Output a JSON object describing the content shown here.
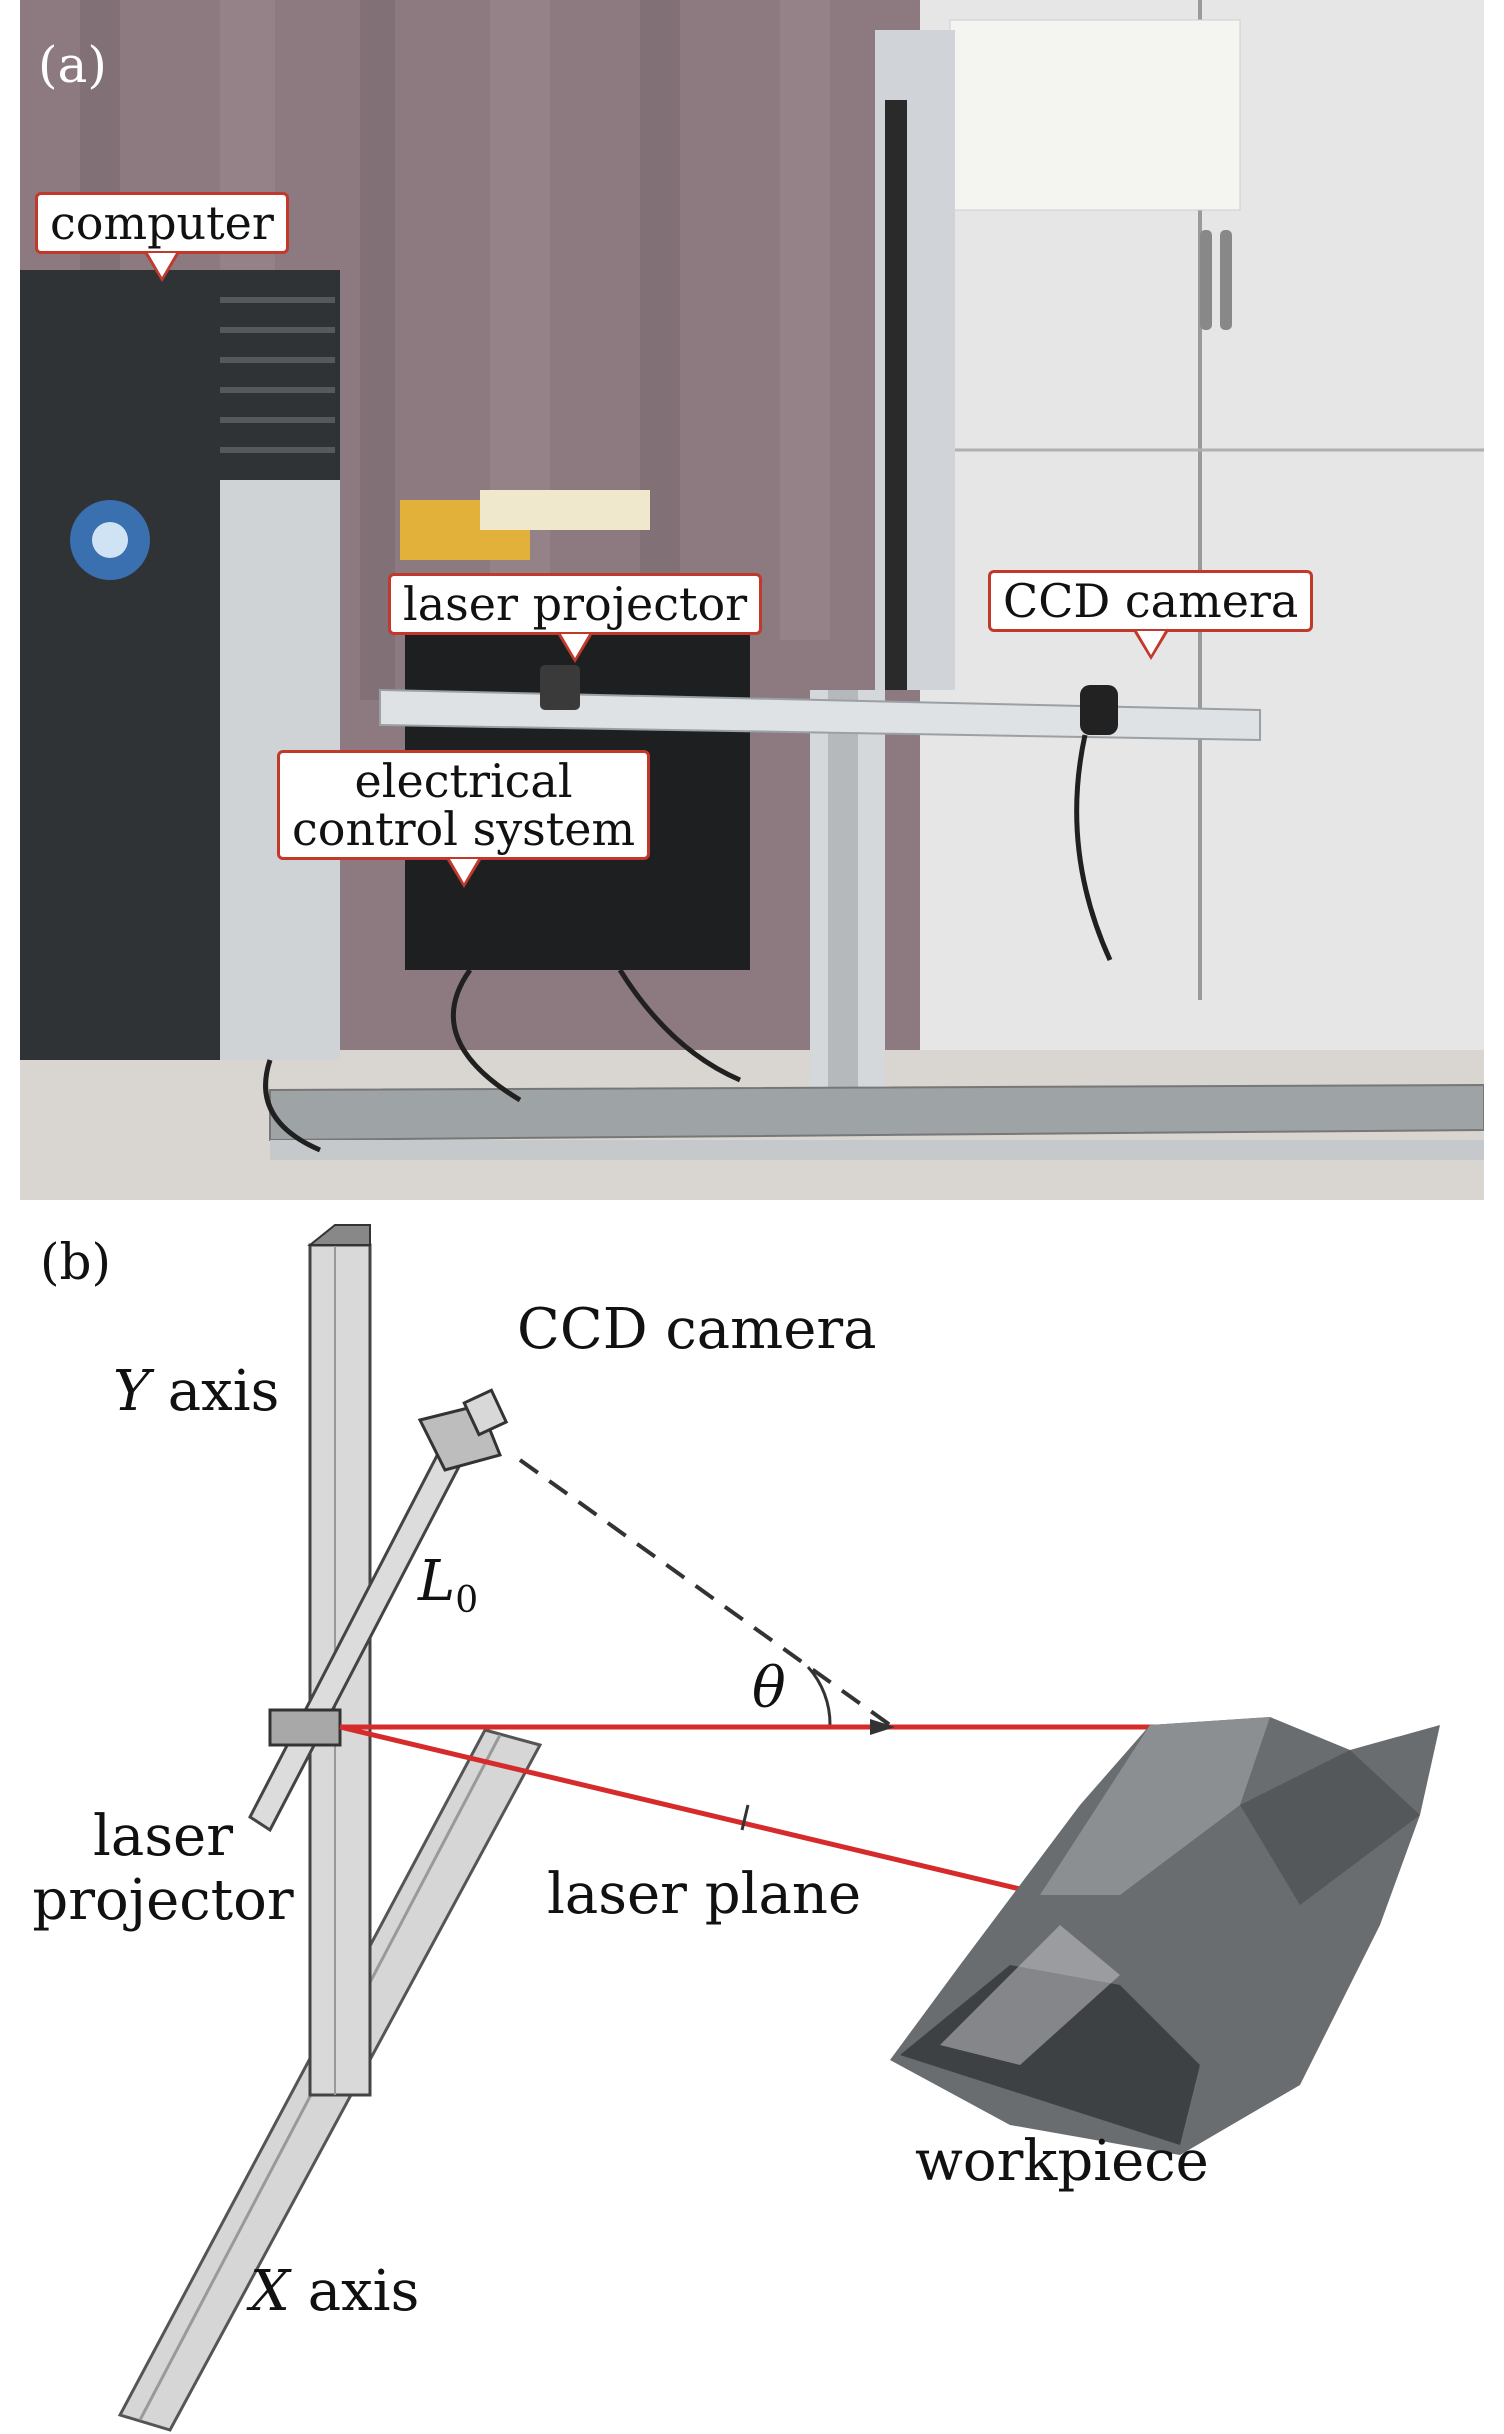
{
  "panel_a": {
    "label": "(a)",
    "callouts": {
      "computer": "computer",
      "laser_projector": "laser projector",
      "ccd_camera": "CCD camera",
      "electrical_line1": "electrical",
      "electrical_line2": "control system"
    }
  },
  "panel_b": {
    "label": "(b)",
    "y_axis_var": "Y",
    "y_axis_word": "axis",
    "x_axis_var": "X",
    "x_axis_word": "axis",
    "ccd_camera": "CCD camera",
    "l0_var": "L",
    "l0_sub": "0",
    "theta": "θ",
    "laser_line1": "laser",
    "laser_line2": "projector",
    "laser_plane": "laser plane",
    "workpiece": "workpiece"
  },
  "colors": {
    "callout_border": "#c0392b",
    "laser_red": "#d62b2b",
    "frame_gray": "#c8c8c8"
  }
}
